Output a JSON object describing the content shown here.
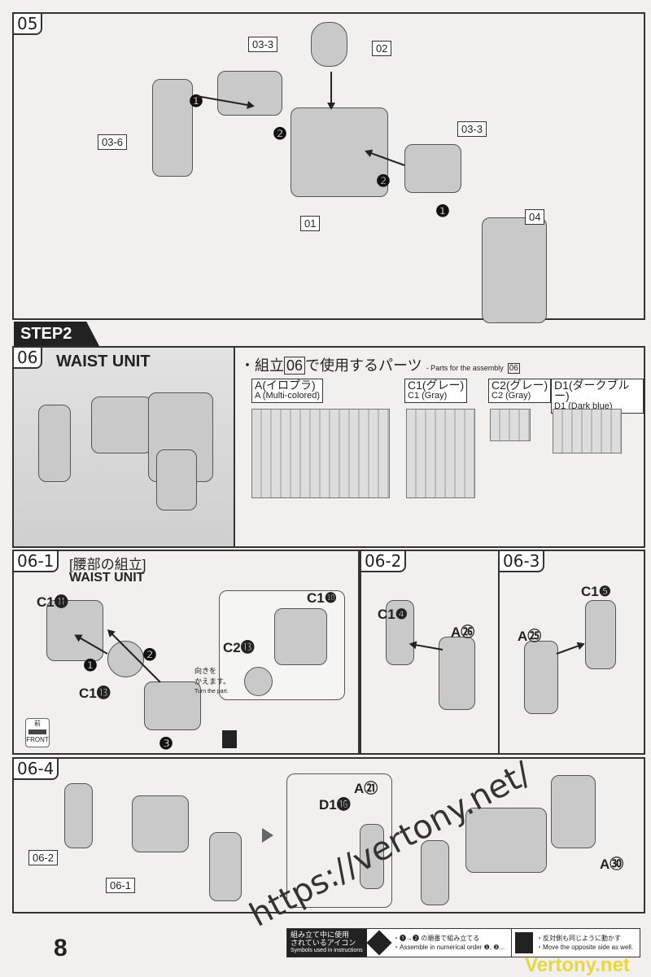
{
  "step05": {
    "tag": "05",
    "labels": [
      "03-3",
      "02",
      "03-6",
      "01",
      "03-3",
      "04"
    ],
    "steps": [
      "❶",
      "❷",
      "❷",
      "❶"
    ]
  },
  "step2": {
    "banner": "STEP2"
  },
  "step06": {
    "tag": "06",
    "title": "WAIST UNIT",
    "parts_heading_jp": "・組立",
    "parts_heading_num": "06",
    "parts_heading_jp2": "で使用するパーツ",
    "parts_heading_en": "- Parts for the assembly",
    "parts_heading_en_num": "06",
    "runners": [
      {
        "jp": "A(イロプラ)",
        "en": "A (Multi-colored)"
      },
      {
        "jp": "C1(グレー)",
        "en": "C1 (Gray)"
      },
      {
        "jp": "C2(グレー)",
        "en": "C2 (Gray)"
      },
      {
        "jp": "D1(ダークブルー)",
        "en": "D1 (Dark blue)"
      }
    ]
  },
  "step06_1": {
    "tag": "06-1",
    "title_jp": "[腰部の組立]",
    "title_en": "WAIST UNIT",
    "parts": [
      "C1⓫",
      "C1❿",
      "C2⓭",
      "C1⓭"
    ],
    "steps": [
      "❶",
      "❷",
      "❸"
    ],
    "note_jp": "向きを\nかえます。",
    "note_en": "Turn the part.",
    "front_jp": "前",
    "front_en": "FRONT"
  },
  "step06_2": {
    "tag": "06-2",
    "parts": [
      "C1❹",
      "A㉖"
    ]
  },
  "step06_3": {
    "tag": "06-3",
    "parts": [
      "A㉕",
      "C1❺"
    ]
  },
  "step06_4": {
    "tag": "06-4",
    "labels": [
      "06-2",
      "06-1"
    ],
    "parts": [
      "D1⓰",
      "A㉑",
      "A㉚"
    ]
  },
  "footer": {
    "page": "8",
    "legend_title_jp": "組み立て中に使用\nされているアイコン",
    "legend_title_en": "Symbols used in instructions",
    "order_icon": "1",
    "order_jp": "・❶→❷ の順番で組み立てる",
    "order_en": "・Assemble in numerical order ❶, ❷...",
    "mirror_jp": "・反対側も同じように動かす",
    "mirror_en": "・Move the opposite side as well."
  },
  "watermark": {
    "url": "https://vertony.net/",
    "brand": "Vertony.net"
  }
}
